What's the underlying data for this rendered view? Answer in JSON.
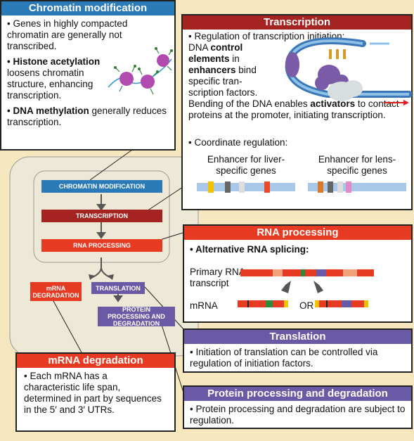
{
  "colors": {
    "blue": "#2b7ab8",
    "darkred": "#a52422",
    "red": "#e63a22",
    "purple": "#6a5aa6"
  },
  "chromatin": {
    "title": "Chromatin modification",
    "b1": "• Genes in highly compacted chromatin are generally not transcribed.",
    "b2_bold": "• Histone acetylation",
    "b2_rest": "loosens chromatin structure, enhancing transcription.",
    "b3_bold": "• DNA methylation",
    "b3_rest": " generally reduces transcription."
  },
  "transcription": {
    "title": "Transcription",
    "b1": "• Regulation of transcription initiation:",
    "p_a": "DNA ",
    "p_b": "control elements",
    "p_c": " in ",
    "p_d": "enhancers",
    "p_e": " bind specific tran-scription factors.",
    "p2_a": "Bending of the DNA enables ",
    "p2_b": "activators",
    "p2_c": " to contact proteins at the promoter, initiating transcription.",
    "b2": "• Coordinate regulation:",
    "enh1": "Enhancer for liver-specific genes",
    "enh2": "Enhancer for lens-specific genes"
  },
  "rna_processing": {
    "title": "RNA processing",
    "b1": "• Alternative RNA splicing:",
    "primary": "Primary RNA transcript",
    "mrna": "mRNA",
    "or": "OR"
  },
  "translation": {
    "title": "Translation",
    "b1": "• Initiation of translation can be controlled via regulation of initiation factors."
  },
  "protein": {
    "title": "Protein processing and degradation",
    "b1": "• Protein processing and degradation are subject to regulation."
  },
  "mrna_deg": {
    "title": "mRNA degradation",
    "b1": "• Each mRNA has a characteristic life span, determined in part by sequences in the 5′ and 3′ UTRs."
  },
  "flow": {
    "chromatin": "CHROMATIN MODIFICATION",
    "transcription": "TRANSCRIPTION",
    "rna": "RNA PROCESSING",
    "mrna_deg": "mRNA DEGRADATION",
    "translation": "TRANSLATION",
    "protein": "PROTEIN PROCESSING AND DEGRADATION"
  }
}
